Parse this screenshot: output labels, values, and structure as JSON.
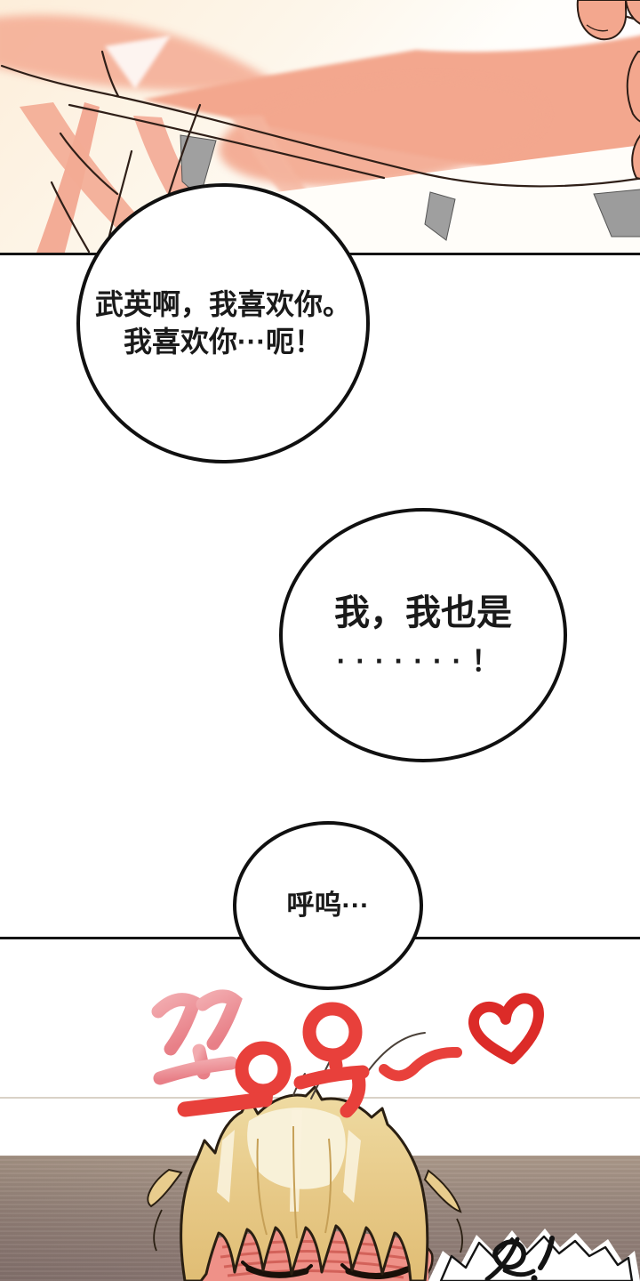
{
  "bubbles": {
    "confession": {
      "line1": "武英啊，我喜欢你。",
      "line2": "我喜欢你···呃！"
    },
    "reply": {
      "line1": "我，我也是",
      "line2": "·······！"
    },
    "whimper": {
      "line1": "呼呜···"
    }
  },
  "sfx": {
    "squeeze_text": "꼬오옥~",
    "heart": "♡",
    "color_main": "#e8403b",
    "color_light": "#ef9da4",
    "heart_color": "#dc2b28"
  },
  "shout": {
    "text": "윽!"
  },
  "colors": {
    "ink": "#141414",
    "art_skin": "#f2a78f",
    "art_cream": "#fdf1dd",
    "art_gray": "#9b9b9b",
    "wall_seam": "#d9d2c7",
    "floor_top": "#ab998a",
    "floor_bottom": "#877570",
    "hair": "#e7c987",
    "hair_highlight": "#f9f2dc",
    "blush": "#ee9087"
  }
}
